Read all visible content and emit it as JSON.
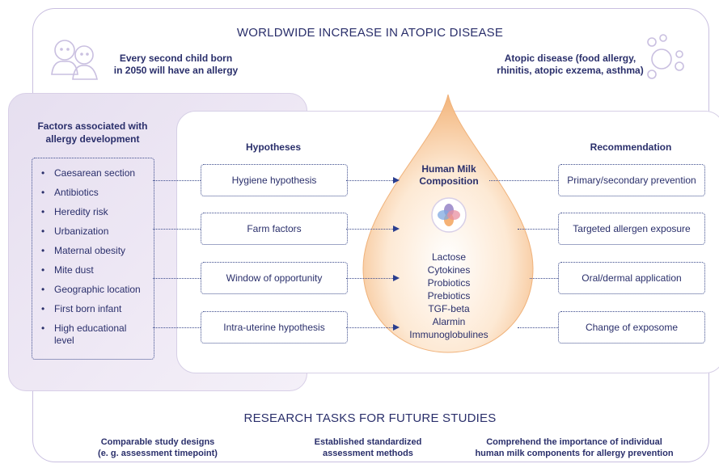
{
  "top": {
    "title": "WORLDWIDE INCREASE IN ATOPIC DISEASE",
    "left_note_line1": "Every second child born",
    "left_note_line2": "in 2050 will have an allergy",
    "right_note_line1": "Atopic disease (food allergy,",
    "right_note_line2": "rhinitis, atopic exzema, asthma)"
  },
  "factors": {
    "title_line1": "Factors associated with",
    "title_line2": "allergy development",
    "items": [
      "Caesarean section",
      "Antibiotics",
      "Heredity risk",
      "Urbanization",
      "Maternal obesity",
      "Mite dust",
      "Geographic location",
      "First born infant",
      "High educational",
      "level"
    ]
  },
  "hypotheses": {
    "heading": "Hypotheses",
    "items": [
      "Hygiene hypothesis",
      "Farm factors",
      "Window of opportunity",
      "Intra-uterine hypothesis"
    ]
  },
  "milk": {
    "title_line1": "Human Milk",
    "title_line2": "Composition",
    "components": [
      "Lactose",
      "Cytokines",
      "Probiotics",
      "Prebiotics",
      "TGF-beta",
      "Alarmin",
      "Immunoglobulines"
    ]
  },
  "recommendation": {
    "heading": "Recommendation",
    "items": [
      "Primary/secondary prevention",
      "Targeted allergen exposure",
      "Oral/dermal application",
      "Change of exposome"
    ]
  },
  "research": {
    "title": "RESEARCH TASKS FOR FUTURE STUDIES",
    "item1_line1": "Comparable study designs",
    "item1_line2": "(e. g. assessment timepoint)",
    "item2_line1": "Established standardized",
    "item2_line2": "assessment methods",
    "item3_line1": "Comprehend the importance of individual",
    "item3_line2": "human milk components for allergy prevention"
  },
  "icons": {
    "left": "baby-icon",
    "right": "bubbles-icon",
    "center": "milk-components-icon"
  },
  "colors": {
    "navy": "#2a2f6b",
    "lavender": "#e6dff0",
    "drop_orange": "#f3b47a",
    "outline": "#c9bfe0"
  }
}
